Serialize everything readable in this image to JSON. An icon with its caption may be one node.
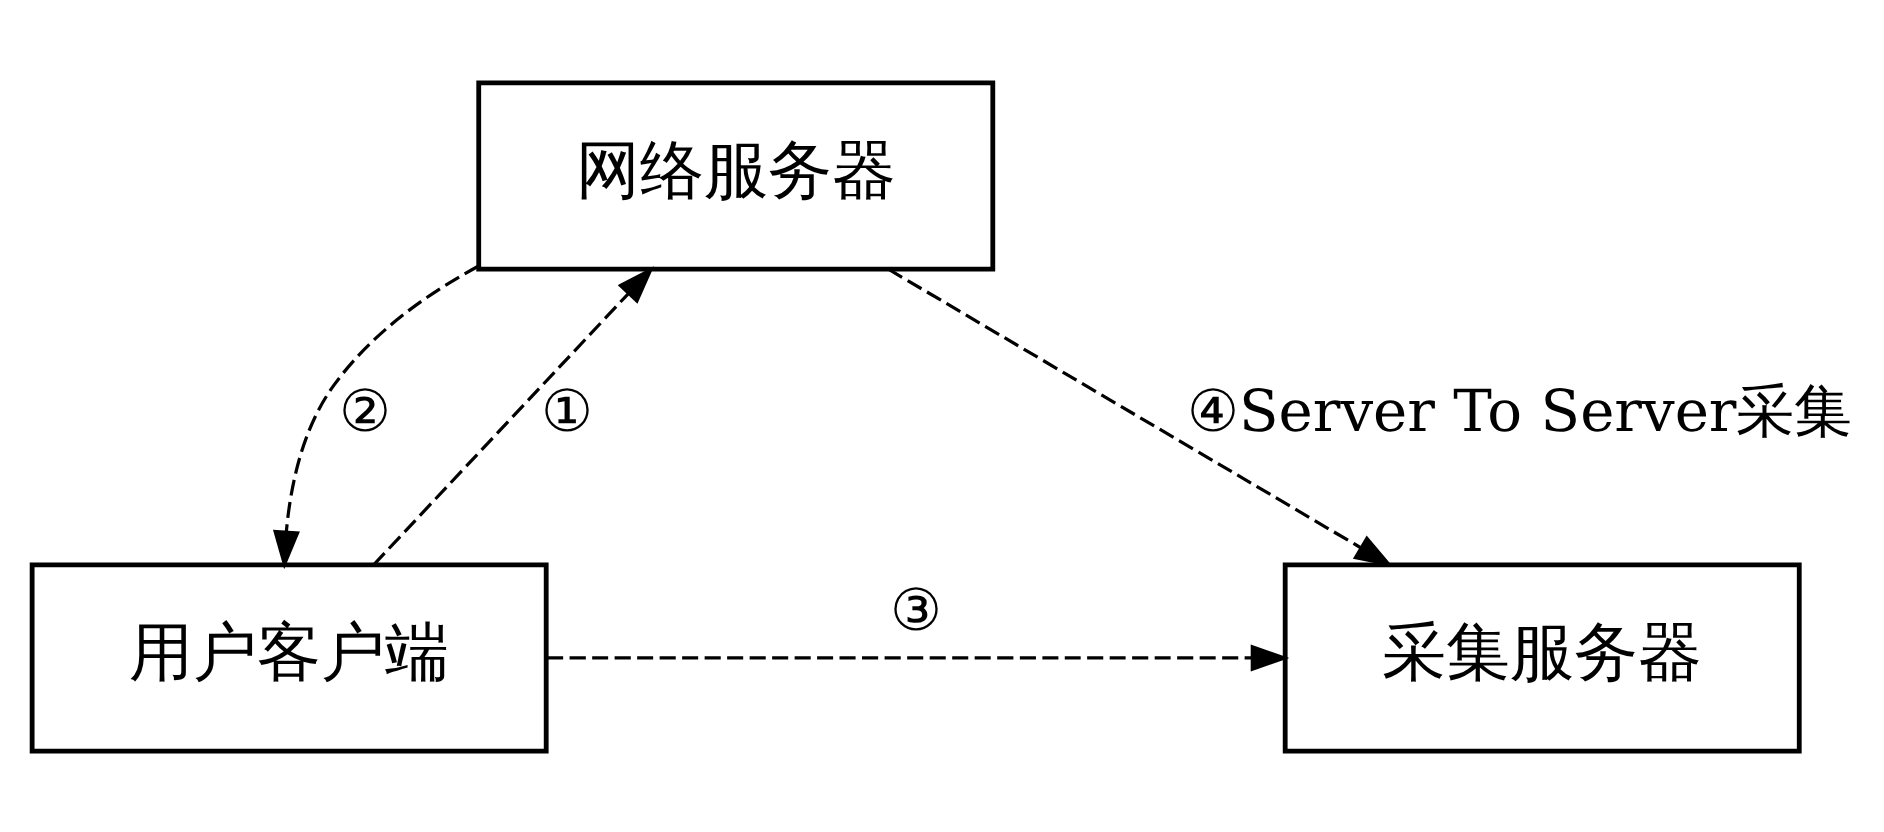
{
  "diagram": {
    "nodes": [
      {
        "text": [
          "网络服务器"
        ]
      },
      {
        "text": [
          "用户客户端"
        ]
      },
      {
        "text": [
          "采集服务器"
        ]
      }
    ],
    "edges": [
      {
        "from": 1,
        "to": 0,
        "arrow": "to",
        "label": "①",
        "style": "dashed"
      },
      {
        "from": 0,
        "to": 1,
        "arrow": "to",
        "label": "②",
        "style": "dashed"
      },
      {
        "from": 1,
        "to": 2,
        "arrow": "to",
        "label": "③",
        "style": "dashed"
      },
      {
        "from": 0,
        "to": 2,
        "arrow": "to",
        "label": "④Server To Server采集",
        "style": "dashed"
      }
    ]
  }
}
